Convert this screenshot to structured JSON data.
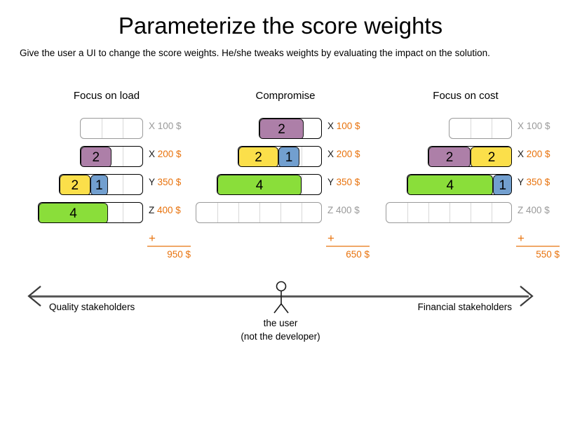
{
  "slide": {
    "title": "Parameterize the score weights",
    "subtitle": "Give the user a UI to change the score weights. He/she tweaks weights by evaluating the impact on the solution."
  },
  "palette": {
    "purple": "#ad7fa8",
    "yellow": "#fbdf4a",
    "blue": "#729fcf",
    "green": "#8ade3a",
    "orange": "#e8720c",
    "grey": "#9a9a9a",
    "track_border": "#000000"
  },
  "columns": [
    {
      "heading": "Focus on load",
      "rows": [
        {
          "letter": "X",
          "amount": "100 $",
          "muted": true,
          "units": 3,
          "segments": []
        },
        {
          "letter": "X",
          "amount": "200 $",
          "muted": false,
          "units": 3,
          "segments": [
            {
              "value": "2",
              "units": 1.45,
              "color": "#ad7fa8"
            }
          ]
        },
        {
          "letter": "Y",
          "amount": "350 $",
          "muted": false,
          "units": 4,
          "segments": [
            {
              "value": "2",
              "units": 1.45,
              "color": "#fbdf4a"
            },
            {
              "value": "1",
              "units": 0.85,
              "color": "#729fcf"
            }
          ]
        },
        {
          "letter": "Z",
          "amount": "400 $",
          "muted": false,
          "units": 5,
          "segments": [
            {
              "value": "4",
              "units": 3.3,
              "color": "#8ade3a"
            }
          ]
        }
      ],
      "total": {
        "plus": "+",
        "value": "950 $"
      }
    },
    {
      "heading": "Compromise",
      "rows": [
        {
          "letter": "X",
          "amount": "100 $",
          "muted": false,
          "units": 3,
          "segments": [
            {
              "value": "2",
              "units": 2.1,
              "color": "#ad7fa8"
            }
          ]
        },
        {
          "letter": "X",
          "amount": "200 $",
          "muted": false,
          "units": 4,
          "segments": [
            {
              "value": "2",
              "units": 1.9,
              "color": "#fbdf4a"
            },
            {
              "value": "1",
              "units": 1.0,
              "color": "#729fcf"
            }
          ]
        },
        {
          "letter": "Y",
          "amount": "350 $",
          "muted": false,
          "units": 5,
          "segments": [
            {
              "value": "4",
              "units": 4.0,
              "color": "#8ade3a"
            }
          ]
        },
        {
          "letter": "Z",
          "amount": "400 $",
          "muted": true,
          "units": 6,
          "segments": []
        }
      ],
      "total": {
        "plus": "+",
        "value": "650 $"
      }
    },
    {
      "heading": "Focus on cost",
      "rows": [
        {
          "letter": "X",
          "amount": "100 $",
          "muted": true,
          "units": 3,
          "segments": []
        },
        {
          "letter": "X",
          "amount": "200 $",
          "muted": false,
          "units": 4,
          "segments": [
            {
              "value": "2",
              "units": 2.0,
              "color": "#ad7fa8"
            },
            {
              "value": "2",
              "units": 2.0,
              "color": "#fbdf4a"
            }
          ]
        },
        {
          "letter": "Y",
          "amount": "350 $",
          "muted": false,
          "units": 5,
          "segments": [
            {
              "value": "4",
              "units": 4.05,
              "color": "#8ade3a"
            },
            {
              "value": "1",
              "units": 0.95,
              "color": "#729fcf"
            }
          ]
        },
        {
          "letter": "Z",
          "amount": "400 $",
          "muted": true,
          "units": 6,
          "segments": []
        }
      ],
      "total": {
        "plus": "+",
        "value": "550 $"
      }
    }
  ],
  "spectrum": {
    "left_label": "Quality stakeholders",
    "right_label": "Financial stakeholders",
    "figure_caption_line1": "the user",
    "figure_caption_line2": "(not the developer)"
  }
}
